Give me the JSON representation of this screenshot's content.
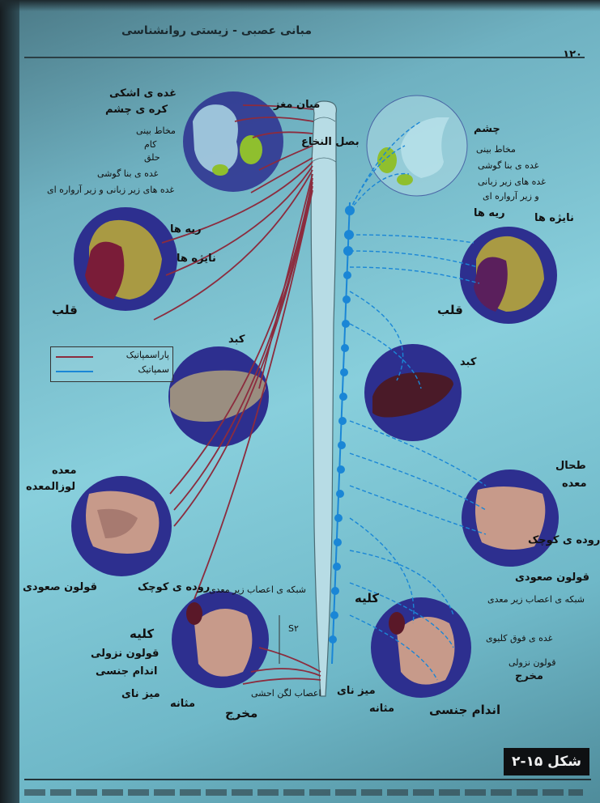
{
  "header": {
    "title": "مبانی عصبی - زیستی روانشناسی",
    "page_number": "۱۲۰"
  },
  "legend": {
    "parasympathetic": "پاراسمپاتیک",
    "sympathetic": "سمپاتیک"
  },
  "colors": {
    "parasympathetic": "#8c2c3e",
    "sympathetic": "#1a86d6",
    "circle": "#2d2f8f"
  },
  "spine_labels": {
    "midbrain": "میان مغز",
    "medulla": "بصل النخاع",
    "sacral": "S۲"
  },
  "left_labels": {
    "lacrimal": "غده ی اشکی",
    "eyeball": "کره ی چشم",
    "nasal": "مخاط بینی",
    "palate": "کام",
    "throat": "حلق",
    "parotid": "غده ی بنا گوشی",
    "salivary": "غده های زیر زبانی و زیر آرواره ای",
    "lungs": "ریه ها",
    "bronchi": "نایژه ها",
    "heart": "قلب",
    "liver": "کبد",
    "stomach": "معده",
    "pancreas": "لوزالمعده",
    "small_intestine": "روده ی کوچک",
    "ascending_colon": "قولون صعودی",
    "mesenteric": "شبکه ی اعصاب زیر معدی",
    "kidney": "کلیه",
    "descending_colon": "قولون نزولی",
    "genitals": "اندام جنسی",
    "ureter": "میز نای",
    "bladder": "مثانه",
    "rectum": "مخرج",
    "pelvic": "اعصاب لگن احشی"
  },
  "right_labels": {
    "eye": "چشم",
    "nasal": "مخاط بینی",
    "parotid": "غده ی بنا گوشی",
    "sublingual": "غده های زیر زبانی",
    "submandibular": "و زیر آرواره ای",
    "lungs": "ریه ها",
    "bronchi": "نایژه ها",
    "heart": "قلب",
    "liver": "کبد",
    "spleen": "طحال",
    "stomach": "معده",
    "small_intestine": "روده ی کوچک",
    "ascending_colon": "قولون صعودی",
    "mesenteric": "شبکه ی اعصاب زیر معدی",
    "kidney": "کلیه",
    "adrenal": "غده ی فوق کلیوی",
    "descending_colon": "قولون نزولی",
    "rectum": "مخرج",
    "ureter": "میز نای",
    "bladder": "مثانه",
    "genitals": "اندام جنسی"
  },
  "figure": {
    "label": "شکل ۱۵-۲"
  }
}
